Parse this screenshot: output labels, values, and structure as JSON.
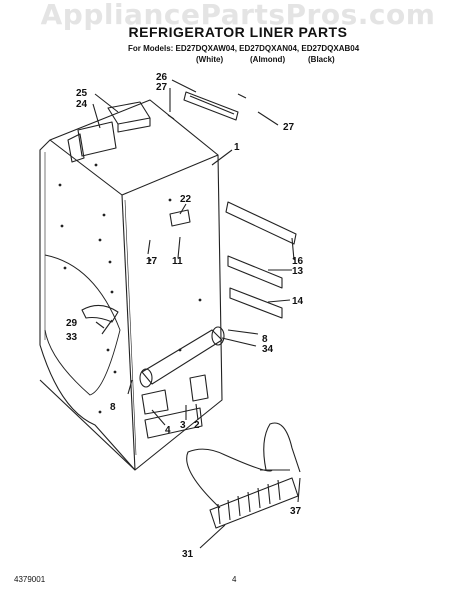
{
  "watermark": "AppliancePartsPros.com",
  "header": {
    "title": "REFRIGERATOR LINER PARTS",
    "models_line": "For Models: ED27DQXAW04, ED27DQXAN04, ED27DQXAB04",
    "variants": [
      "(White)",
      "(Almond)",
      "(Black)"
    ]
  },
  "callouts": [
    "26",
    "27",
    "25",
    "24",
    "27",
    "1",
    "22",
    "17",
    "11",
    "16",
    "13",
    "14",
    "29",
    "33",
    "8",
    "34",
    "8",
    "4",
    "3",
    "2",
    "37",
    "31"
  ],
  "footer": {
    "doc_number": "4379001",
    "page": "4"
  }
}
